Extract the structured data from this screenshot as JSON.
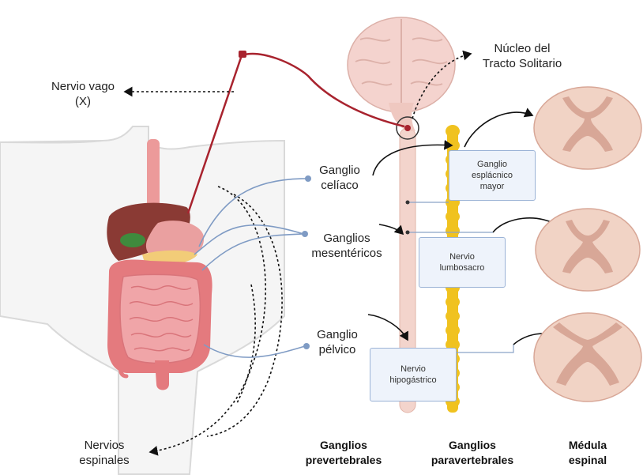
{
  "labels": {
    "nervio_vago": [
      "Nervio vago",
      "(X)"
    ],
    "nucleo": [
      "Núcleo del",
      "Tracto Solitario"
    ],
    "ganglio_celiaco": [
      "Ganglio",
      "celíaco"
    ],
    "ganglios_mesentericos": [
      "Ganglios",
      "mesentéricos"
    ],
    "ganglio_pelvico": [
      "Ganglio",
      "pélvico"
    ],
    "nervios_espinales": [
      "Nervios",
      "espinales"
    ]
  },
  "boxes": {
    "esplacnico": [
      "Ganglio",
      "esplácnico",
      "mayor"
    ],
    "lumbosacro": [
      "Nervio",
      "lumbosacro"
    ],
    "hipogastrico": [
      "Nervio",
      "hipogástrico"
    ]
  },
  "column_headers": {
    "prevertebrales": [
      "Ganglios",
      "prevertebrales"
    ],
    "paravertebrales": [
      "Ganglios",
      "paravertebrales"
    ],
    "medula": [
      "Médula",
      "espinal"
    ]
  },
  "colors": {
    "vagus": "#a8232e",
    "blue_nerve": "#7f9bc4",
    "body_outline": "#d9d9d9",
    "intestine": "#e7868a",
    "liver": "#8a3a34",
    "spinal_cord": "#f3d4cc",
    "paravertebral_chain": "#f0c21f",
    "cord_section_outer": "#f1d3c5",
    "cord_section_inner": "#d8a797",
    "brain": "#f4d3ce",
    "box_fill": "#eef3fb",
    "box_border": "#9bb3d6"
  }
}
